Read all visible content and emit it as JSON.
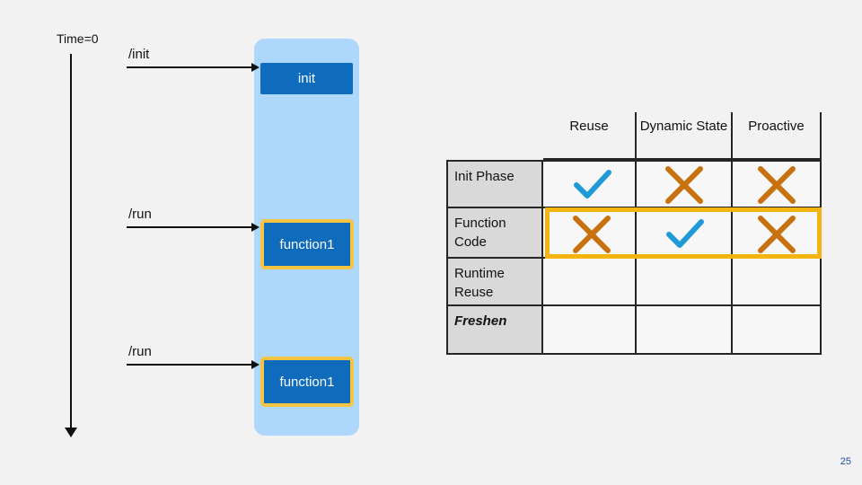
{
  "timeline": {
    "label": "Time=0"
  },
  "requests": [
    {
      "label": "/init"
    },
    {
      "label": "/run"
    },
    {
      "label": "/run"
    }
  ],
  "container": {
    "init_label": "init",
    "function_labels": [
      "function1",
      "function1"
    ]
  },
  "table": {
    "columns": [
      "Reuse",
      "Dynamic State",
      "Proactive"
    ],
    "rows": [
      {
        "label": "Init Phase",
        "italic": false,
        "marks": [
          "check",
          "cross",
          "cross"
        ]
      },
      {
        "label": "Function Code",
        "italic": false,
        "marks": [
          "cross",
          "check",
          "cross"
        ],
        "highlighted": true
      },
      {
        "label": "Runtime Reuse",
        "italic": false,
        "marks": [
          "",
          "",
          ""
        ]
      },
      {
        "label": "Freshen",
        "italic": true,
        "marks": [
          "",
          "",
          ""
        ]
      }
    ]
  },
  "colors": {
    "check": "#1e9ad6",
    "cross": "#c8720f",
    "highlight": "#f6b410",
    "box": "#0f6cbd",
    "container": "#add8fb"
  },
  "page_number": "25"
}
